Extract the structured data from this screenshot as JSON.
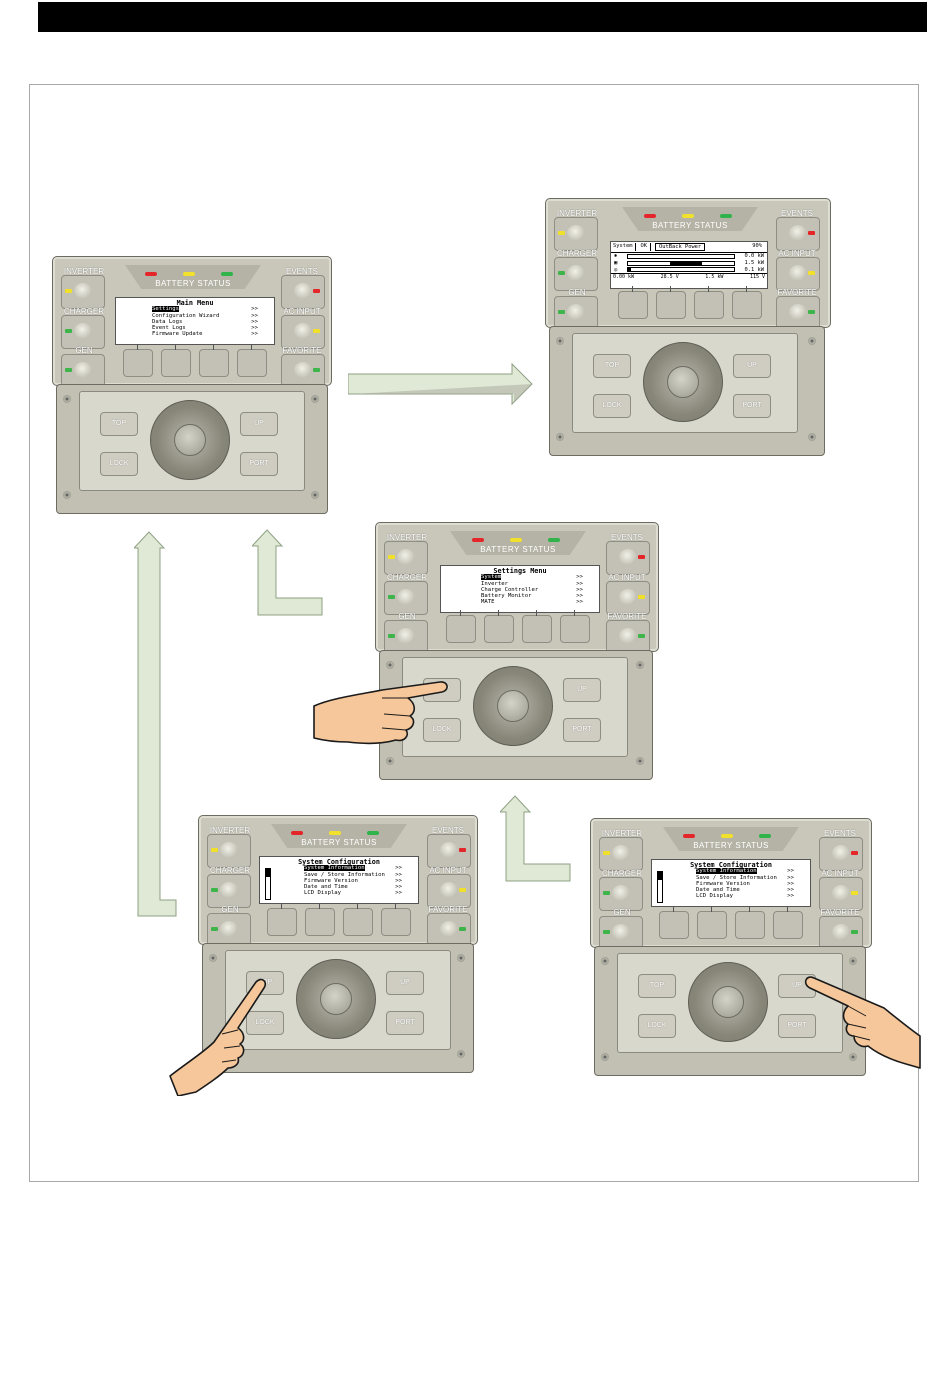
{
  "colors": {
    "accent_red": "#e4262b",
    "accent_yellow": "#f1e12c",
    "accent_green": "#2fb34a",
    "arrow_fill": "#dfe9d5",
    "arrow_stroke": "#8fa083",
    "device_body": "#c9c7ba"
  },
  "device_labels": {
    "battery_status": "BATTERY STATUS",
    "inverter": "INVERTER",
    "charger": "CHARGER",
    "gen": "GEN",
    "events": "EVENTS",
    "ac_input": "AC INPUT",
    "favorite": "FAVORITE",
    "top": "TOP",
    "up": "UP",
    "lock": "LOCK",
    "port": "PORT"
  },
  "main_menu": {
    "title": "Main Menu",
    "items": [
      {
        "label": "Settings",
        "chevron": ">>"
      },
      {
        "label": "Configuration Wizard",
        "chevron": ">>"
      },
      {
        "label": "Data Logs",
        "chevron": ">>"
      },
      {
        "label": "Event Logs",
        "chevron": ">>"
      },
      {
        "label": "Firmware Update",
        "chevron": ">>"
      }
    ]
  },
  "status_screen": {
    "system": "System",
    "ok": "OK",
    "brand": "OutBack Power",
    "soc": "90%",
    "values": [
      "0.0 kW",
      "1.5 kW",
      "0.1 kW"
    ],
    "foot": [
      "0.00 kW",
      "28.5 V",
      "1.5 kW",
      "115 V"
    ]
  },
  "settings_menu": {
    "title": "Settings Menu",
    "items": [
      {
        "label": "System",
        "chevron": ">>"
      },
      {
        "label": "Inverter",
        "chevron": ">>"
      },
      {
        "label": "Charge Controller",
        "chevron": ">>"
      },
      {
        "label": "Battery Monitor",
        "chevron": ">>"
      },
      {
        "label": "MATE",
        "chevron": ">>"
      }
    ]
  },
  "system_config": {
    "title": "System Configuration",
    "items": [
      {
        "label": "System Information",
        "chevron": ">>"
      },
      {
        "label": "Save / Store Information",
        "chevron": ">>"
      },
      {
        "label": "Firmware Version",
        "chevron": ">>"
      },
      {
        "label": "Date and Time",
        "chevron": ">>"
      },
      {
        "label": "LCD Display",
        "chevron": ">>"
      }
    ]
  }
}
